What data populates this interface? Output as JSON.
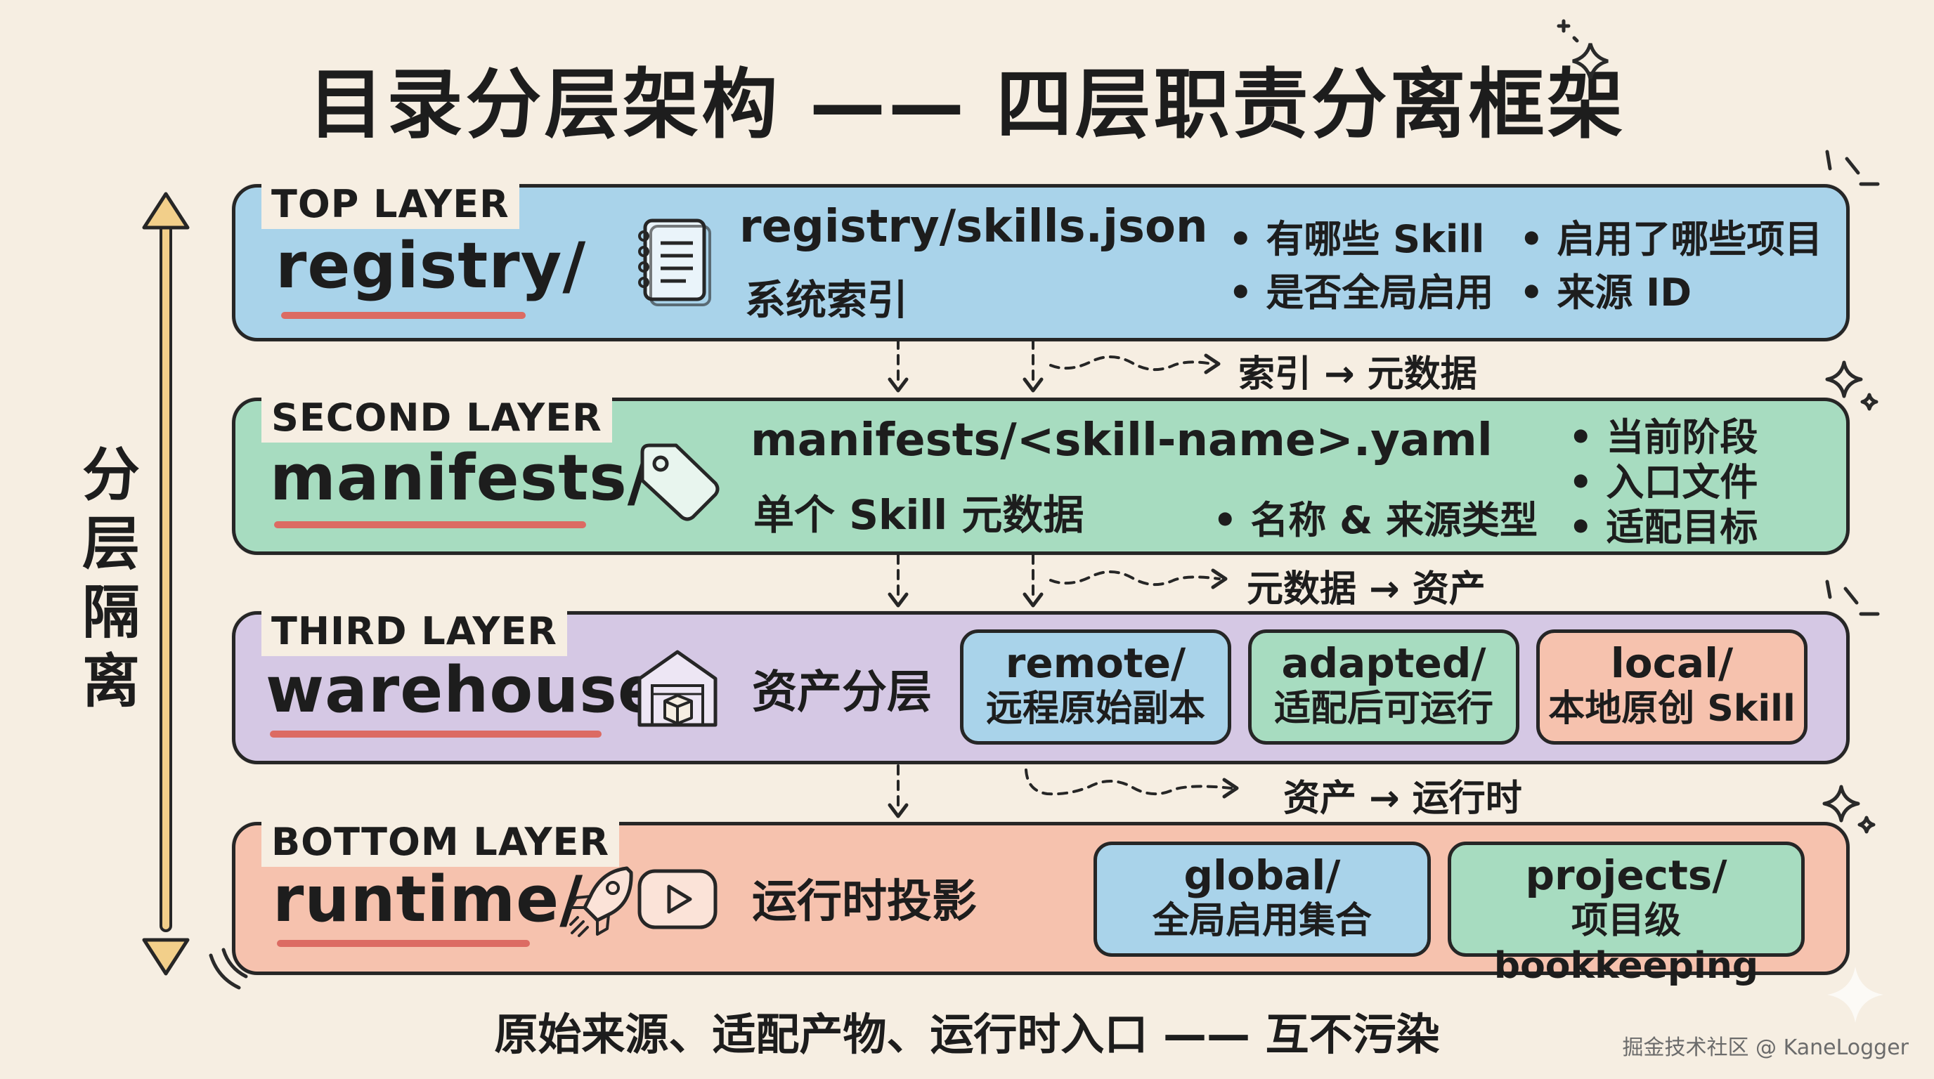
{
  "title": "目录分层架构 —— 四层职责分离框架",
  "side_label": "分层隔离",
  "footer": "原始来源、适配产物、运行时入口 —— 互不污染",
  "watermark": "掘金技术社区 @ KaneLogger",
  "colors": {
    "background": "#f6eee2",
    "registry": "#a9d3ea",
    "manifests": "#a7dcc0",
    "warehouse": "#d5c8e4",
    "runtime": "#f6c2ae",
    "underline": "#dc6b63"
  },
  "layers": {
    "registry": {
      "tag": "TOP LAYER",
      "dir": "registry/",
      "icon": "notebook-icon",
      "heading": "registry/skills.json",
      "sub": "系统索引",
      "bullets": [
        "• 有哪些 Skill",
        "• 是否全局启用",
        "• 启用了哪些项目",
        "• 来源 ID"
      ]
    },
    "manifests": {
      "tag": "SECOND LAYER",
      "dir": "manifests/",
      "icon": "tag-icon",
      "heading": "manifests/<skill-name>.yaml",
      "sub": "单个 Skill 元数据",
      "bullets": [
        "• 名称 & 来源类型",
        "• 当前阶段",
        "• 入口文件",
        "• 适配目标"
      ]
    },
    "warehouse": {
      "tag": "THIRD LAYER",
      "dir": "warehouse/",
      "icon": "warehouse-icon",
      "heading": "资产分层",
      "boxes": [
        {
          "title": "remote/",
          "desc": "远程原始副本"
        },
        {
          "title": "adapted/",
          "desc": "适配后可运行"
        },
        {
          "title": "local/",
          "desc": "本地原创 Skill"
        }
      ]
    },
    "runtime": {
      "tag": "BOTTOM LAYER",
      "dir": "runtime/",
      "icons": [
        "rocket-icon",
        "play-icon"
      ],
      "heading": "运行时投影",
      "boxes": [
        {
          "title": "global/",
          "desc": "全局启用集合"
        },
        {
          "title": "projects/",
          "desc": "项目级 bookkeeping"
        }
      ]
    }
  },
  "flows": [
    "索引 → 元数据",
    "元数据 → 资产",
    "资产 → 运行时"
  ]
}
